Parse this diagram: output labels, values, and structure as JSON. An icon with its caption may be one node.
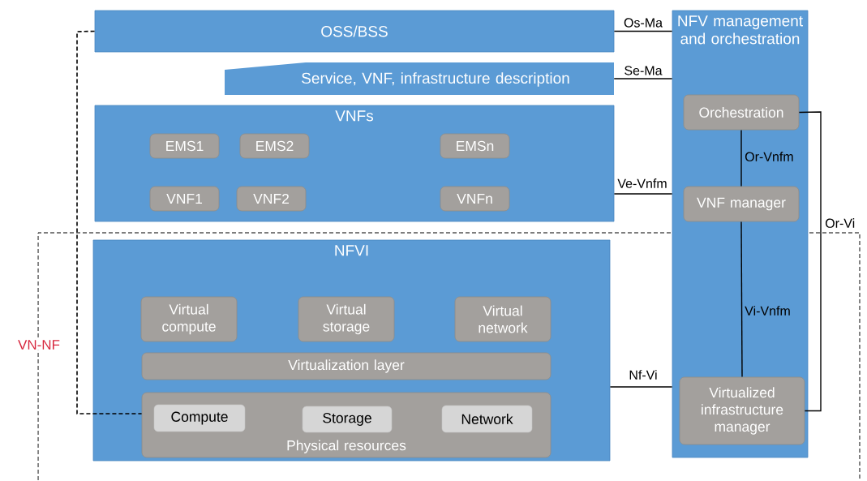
{
  "diagram": {
    "nodes": [
      {
        "text": [
          "OSS/BSS"
        ]
      },
      {
        "text": [
          "Service, VNF, infrastructure description"
        ]
      },
      {
        "text": [
          "VNFs"
        ]
      },
      {
        "text": [
          "EMS1"
        ],
        "in": 2
      },
      {
        "text": [
          "EMS2"
        ],
        "in": 2
      },
      {
        "text": [
          "EMSn"
        ],
        "in": 2
      },
      {
        "text": [
          "VNF1"
        ],
        "in": 2
      },
      {
        "text": [
          "VNF2"
        ],
        "in": 2
      },
      {
        "text": [
          "VNFn"
        ],
        "in": 2
      },
      {
        "text": [
          "NFVI"
        ]
      },
      {
        "text": [
          "Virtual compute"
        ],
        "in": 9
      },
      {
        "text": [
          "Virtual storage"
        ],
        "in": 9
      },
      {
        "text": [
          "Virtual network"
        ],
        "in": 9
      },
      {
        "text": [
          "Virtualization layer"
        ],
        "in": 9
      },
      {
        "text": [
          "Physical resources"
        ],
        "in": 9
      },
      {
        "text": [
          "Compute"
        ],
        "in": 14
      },
      {
        "text": [
          "Storage"
        ],
        "in": 14
      },
      {
        "text": [
          "Network"
        ],
        "in": 14
      },
      {
        "text": [
          "NFV management and orchestration"
        ]
      },
      {
        "text": [
          "Orchestration"
        ],
        "in": 18
      },
      {
        "text": [
          "VNF manager"
        ],
        "in": 18
      },
      {
        "text": [
          "Virtualized infrastructure manager"
        ],
        "in": 18
      }
    ],
    "edges": [
      {
        "from": 0,
        "to": 18,
        "arrow": "none",
        "label": "Os-Ma"
      },
      {
        "from": 1,
        "to": 18,
        "arrow": "none",
        "label": "Se-Ma"
      },
      {
        "from": 2,
        "to": 18,
        "arrow": "none",
        "label": "Ve-Vnfm"
      },
      {
        "from": 19,
        "to": 20,
        "arrow": "none",
        "label": "Or-Vnfm"
      },
      {
        "from": 20,
        "to": 21,
        "arrow": "none",
        "label": "Vi-Vnfm"
      },
      {
        "from": 19,
        "to": 21,
        "arrow": "none",
        "label": "Or-Vi"
      },
      {
        "from": 9,
        "to": 18,
        "arrow": "none",
        "label": "Nf-Vi"
      },
      {
        "from": 0,
        "to": 14,
        "arrow": "none",
        "style": "dashed"
      }
    ],
    "labels": [
      "VN-NF"
    ]
  }
}
